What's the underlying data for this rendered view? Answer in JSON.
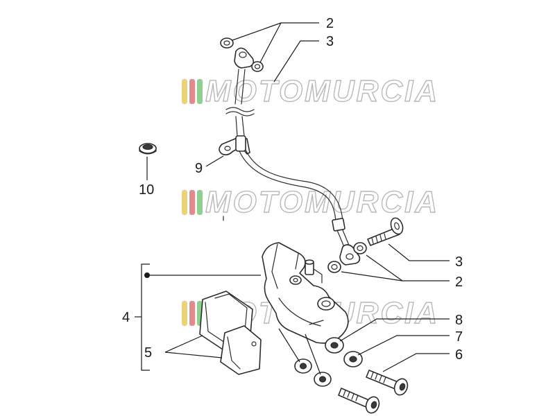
{
  "callouts": {
    "c2_top": "2",
    "c3_top": "3",
    "c9": "9",
    "c10": "10",
    "c3_right": "3",
    "c2_right": "2",
    "c4": "4",
    "c8": "8",
    "c7": "7",
    "c5": "5",
    "c6": "6"
  },
  "watermark": {
    "brand": "MOTOMURCIA",
    "stripe_colors": [
      "#e8d27a",
      "#e58a8a",
      "#8fcf8f"
    ]
  },
  "colors": {
    "line": "#2b2b2b",
    "watermark_outline": "#b8b8b8"
  }
}
